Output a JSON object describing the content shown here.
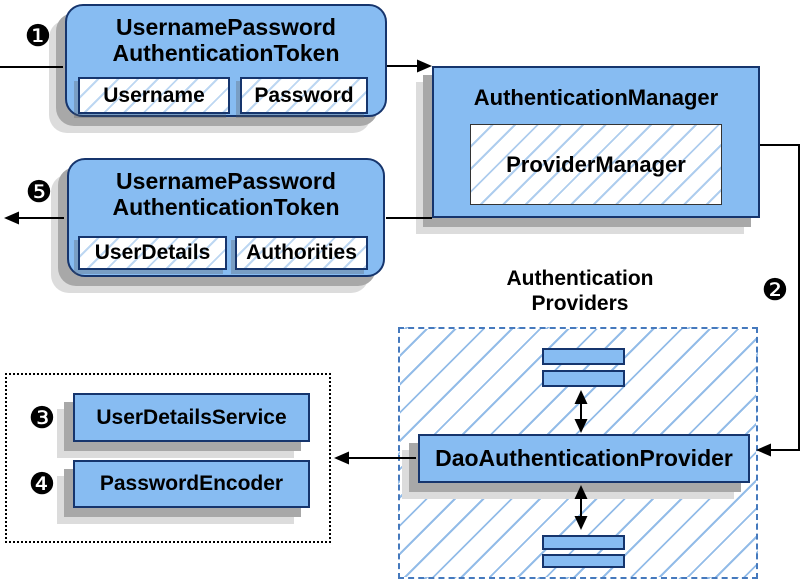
{
  "badges": {
    "step1": "❶",
    "step2": "❷",
    "step3": "❸",
    "step4": "❹",
    "step5": "❺"
  },
  "request_token": {
    "title_line1": "UsernamePassword",
    "title_line2": "AuthenticationToken",
    "field1": "Username",
    "field2": "Password"
  },
  "authentication_manager": {
    "title": "AuthenticationManager",
    "inner_label": "ProviderManager"
  },
  "result_token": {
    "title_line1": "UsernamePassword",
    "title_line2": "AuthenticationToken",
    "field1": "UserDetails",
    "field2": "Authorities"
  },
  "providers_group": {
    "label_line1": "Authentication",
    "label_line2": "Providers",
    "provider_label": "DaoAuthenticationProvider"
  },
  "services": {
    "user_details_service": "UserDetailsService",
    "password_encoder": "PasswordEncoder"
  },
  "colors": {
    "box_fill": "#87BCF2",
    "box_border": "#16356D",
    "hatch_line": "#A9CBEE",
    "dashed_border": "#4579BD",
    "shadow1": "#A8A8A8",
    "shadow2": "#DCDCDC"
  }
}
